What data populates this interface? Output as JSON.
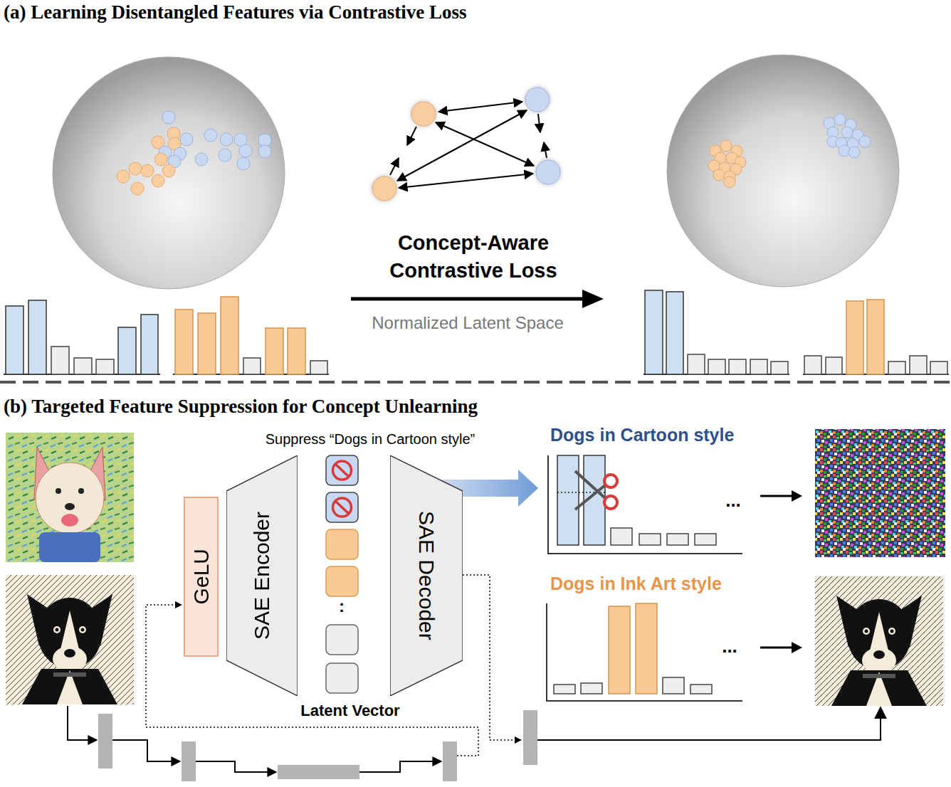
{
  "diagram": {
    "nodes": [
      {
        "text": [
          "GeLU"
        ]
      },
      {
        "text": [
          "SAE Encoder"
        ]
      },
      {
        "text": [
          "SAE Decoder"
        ]
      }
    ],
    "labels": [
      "(a) Learning Disentangled Features via Contrastive Loss",
      "Concept-Aware Contrastive Loss",
      "Normalized Latent Space",
      "(b) Targeted Feature Suppression for Concept Unlearning",
      "Suppress “Dogs in Cartoon style”",
      ":",
      "Latent Vector",
      "Dogs in Cartoon style",
      "...",
      "Dogs in Ink Art style",
      "..."
    ]
  }
}
